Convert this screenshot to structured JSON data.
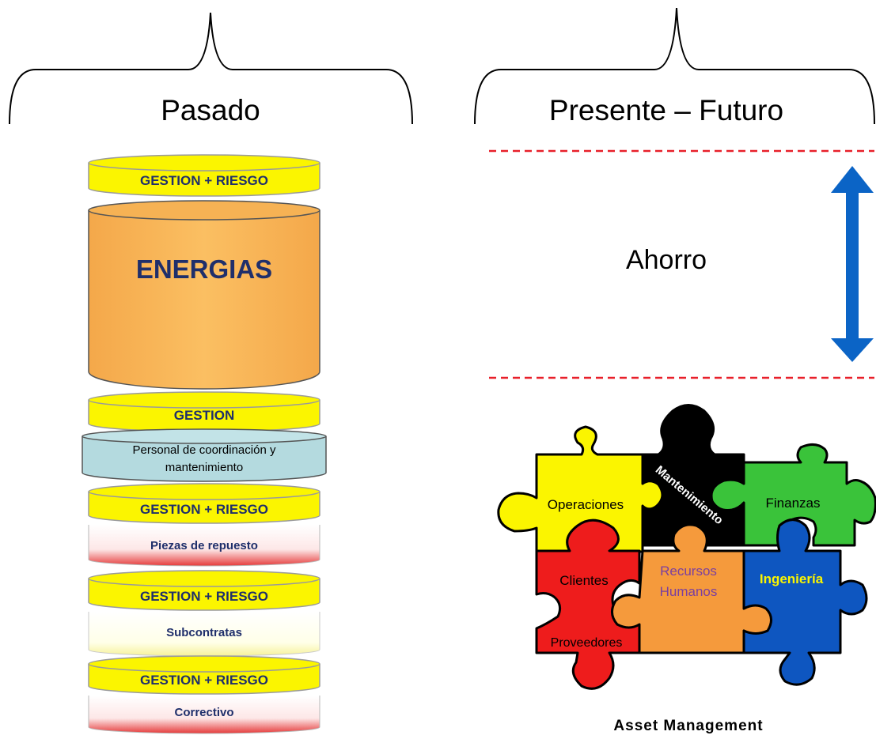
{
  "brackets": {
    "left_label": "Pasado",
    "right_label": "Presente – Futuro"
  },
  "stack": {
    "layers": [
      {
        "label": "GESTION + RIESGO",
        "kind": "yellow-disk"
      },
      {
        "label": "ENERGIAS",
        "kind": "orange-cylinder"
      },
      {
        "label": "GESTION",
        "kind": "yellow-disk"
      },
      {
        "label": "Personal de coordinación y",
        "label2": "mantenimiento",
        "kind": "teal-cylinder"
      },
      {
        "label": "GESTION + RIESGO",
        "kind": "yellow-disk"
      },
      {
        "label": "Piezas de repuesto",
        "kind": "red-gradient"
      },
      {
        "label": "GESTION + RIESGO",
        "kind": "yellow-disk"
      },
      {
        "label": "Subcontratas",
        "kind": "yellow-gradient"
      },
      {
        "label": "GESTION + RIESGO",
        "kind": "yellow-disk"
      },
      {
        "label": "Correctivo",
        "kind": "red-gradient"
      }
    ]
  },
  "savings": {
    "label": "Ahorro",
    "line_color": "#e8202a",
    "arrow_color": "#0b64c6"
  },
  "puzzle": {
    "pieces": {
      "operaciones": "Operaciones",
      "mantenimiento": "Mantenimiento",
      "finanzas": "Finanzas",
      "clientes": "Clientes",
      "recursos_line1": "Recursos",
      "recursos_line2": "Humanos",
      "ingenieria": "Ingeniería",
      "proveedores": "Proveedores"
    },
    "colors": {
      "yellow": "#fbf500",
      "black": "#000000",
      "green": "#3ac33a",
      "red": "#ee1c1c",
      "orange": "#f59a3c",
      "blue": "#0e56c0"
    },
    "caption": "Asset Management"
  }
}
